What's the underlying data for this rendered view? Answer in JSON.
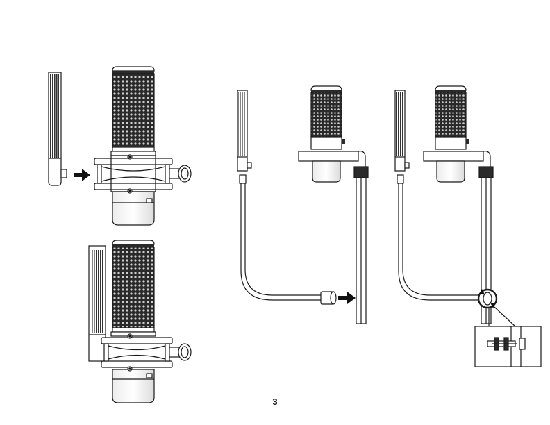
{
  "page": {
    "number": "3",
    "ink_color": "#1a1a1a",
    "mesh_color": "#2a2a2a",
    "arrow_color": "#111111"
  },
  "steps": [
    {
      "name": "attach-pop-filter-to-shock-mount",
      "arrow_icon": "arrow-right-icon"
    },
    {
      "name": "pop-filter-attached-to-shock-mount"
    },
    {
      "name": "attach-gooseneck-pop-filter-to-stand",
      "arrow_icon": "arrow-right-icon"
    },
    {
      "name": "gooseneck-pop-filter-attached-tighten",
      "rotate_icon": "rotate-clockwise-icon"
    }
  ]
}
